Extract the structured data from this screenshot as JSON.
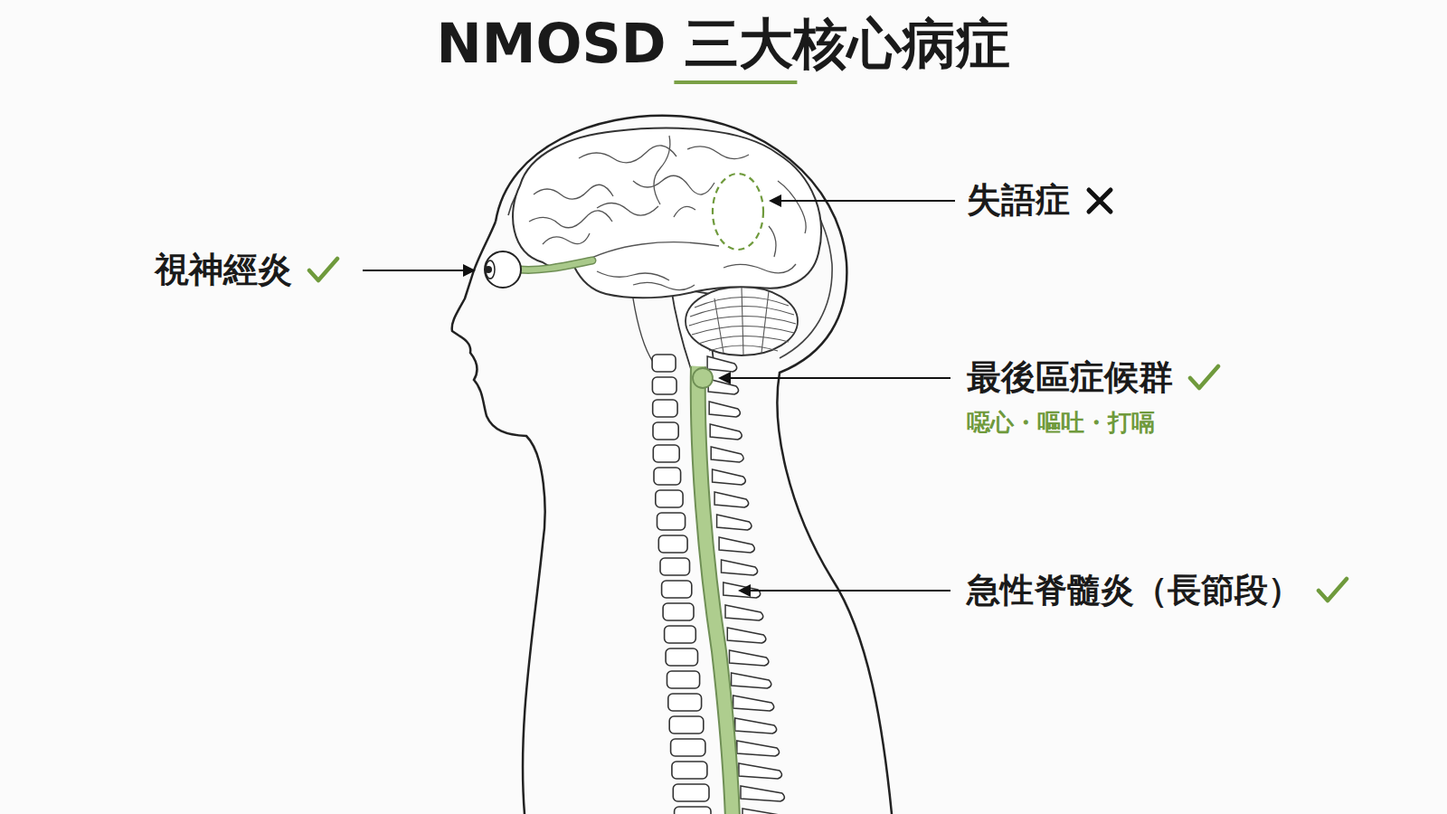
{
  "diagram": {
    "title": "NMOSD 三大核心病症",
    "labels": [
      "失語症",
      "視神經炎",
      "最後區症候群",
      "噁心・嘔吐・打嗝",
      "急性脊髓炎（長節段）"
    ]
  }
}
